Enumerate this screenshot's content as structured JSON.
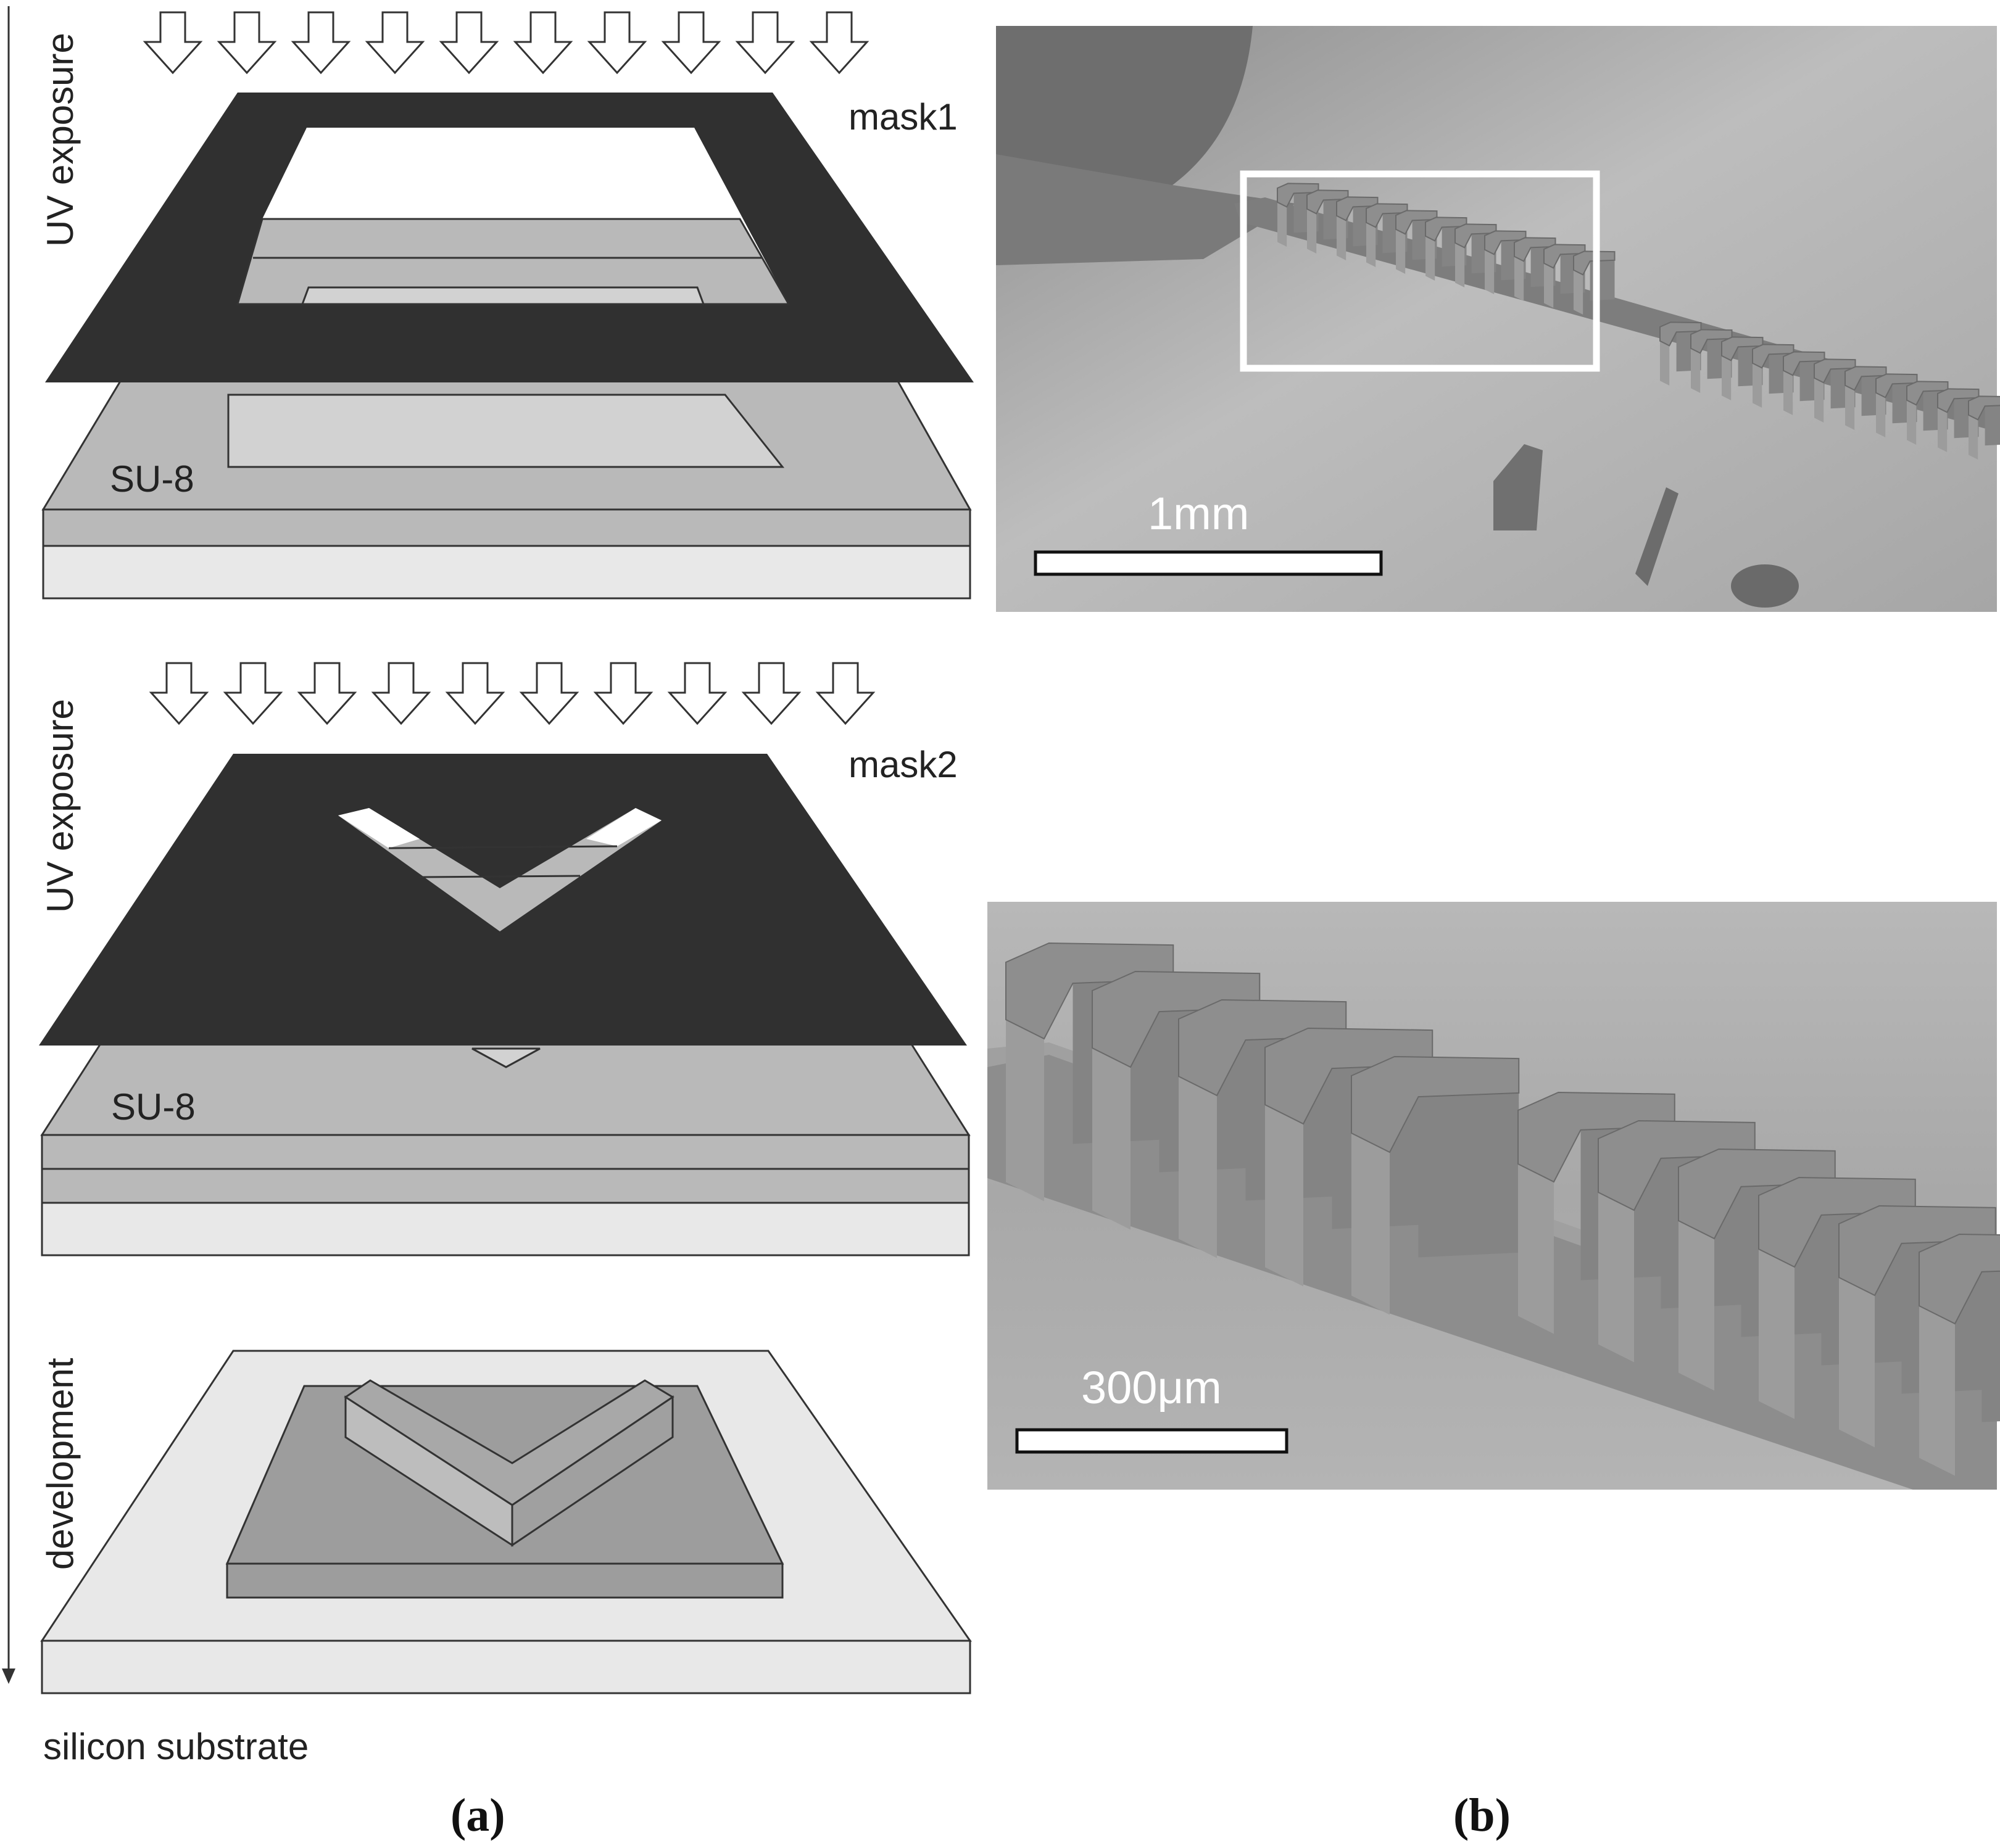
{
  "figure": {
    "panel_a_label": "(a)",
    "panel_b_label": "(b)"
  },
  "process": {
    "step1": {
      "side_label": "UV exposure",
      "mask_label": "mask1",
      "layer_label": "SU-8"
    },
    "step2": {
      "side_label": "UV exposure",
      "mask_label": "mask2",
      "layer_label": "SU-8"
    },
    "step3": {
      "side_label": "development"
    },
    "substrate_label": "silicon substrate"
  },
  "sem_images": {
    "overview": {
      "scale_label": "1mm"
    },
    "closeup": {
      "scale_label": "300μm"
    }
  },
  "colors": {
    "mask": "#303030",
    "su8_layer": "#b9b9b9",
    "su8_exposed": "#d2d2d2",
    "substrate": "#e8e8e8",
    "developed_structure": "#9d9d9d"
  }
}
